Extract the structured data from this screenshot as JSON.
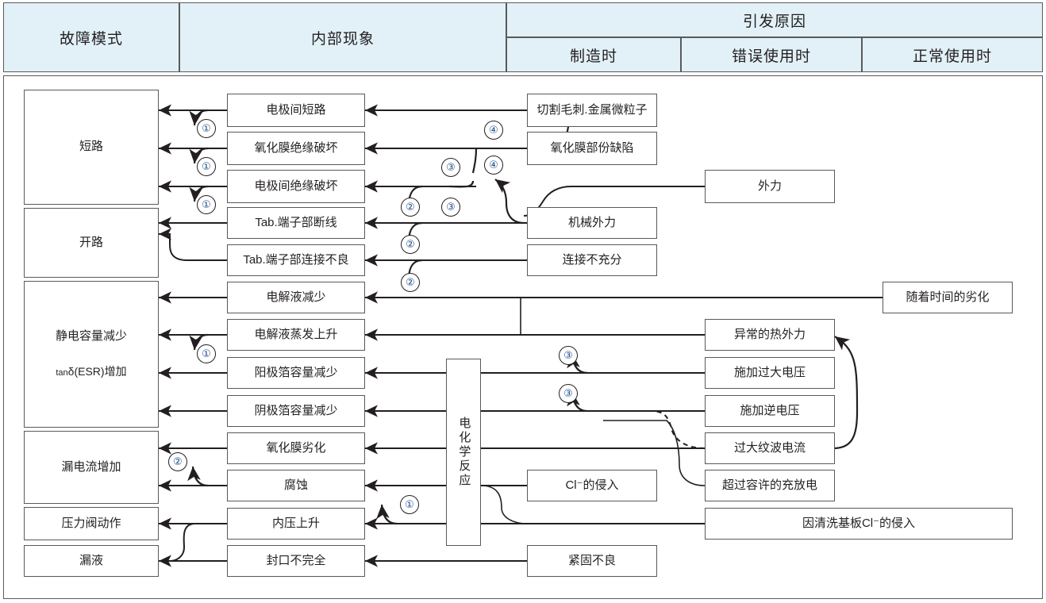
{
  "header": {
    "columns": [
      {
        "id": "failure-mode",
        "label": "故障模式"
      },
      {
        "id": "internal-phenomena",
        "label": "内部现象"
      },
      {
        "id": "trigger-cause",
        "label": "引发原因"
      }
    ],
    "subcolumns": [
      {
        "id": "at-manufacture",
        "label": "制造时"
      },
      {
        "id": "at-misuse",
        "label": "错误使用时"
      },
      {
        "id": "at-normal-use",
        "label": "正常使用时"
      }
    ]
  },
  "failure_modes": [
    {
      "id": "short-circuit",
      "label": "短路"
    },
    {
      "id": "open-circuit",
      "label": "开路"
    },
    {
      "id": "capacitance-drop",
      "label_1": "静电容量减少",
      "label_2_pre": "tan",
      "label_2_sym": "δ",
      "label_2_post": "(ESR)增加"
    },
    {
      "id": "leakage-current",
      "label": "漏电流增加"
    },
    {
      "id": "pressure-valve",
      "label": "压力阀动作"
    },
    {
      "id": "liquid-leak",
      "label": "漏液"
    }
  ],
  "internal_phenomena": [
    {
      "id": "inter-electrode-short",
      "label": "电极间短路"
    },
    {
      "id": "oxide-film-insulation-break",
      "label": "氧化膜绝缘破坏"
    },
    {
      "id": "inter-electrode-insulation-break",
      "label": "电极间绝缘破坏"
    },
    {
      "id": "tab-terminal-break",
      "label": "Tab.端子部断线"
    },
    {
      "id": "tab-terminal-bad-connection",
      "label": "Tab.端子部连接不良"
    },
    {
      "id": "electrolyte-decrease",
      "label": "电解液减少"
    },
    {
      "id": "electrolyte-evaporation",
      "label": "电解液蒸发上升"
    },
    {
      "id": "anode-foil-capacitance-drop",
      "label": "阳极箔容量减少"
    },
    {
      "id": "cathode-foil-capacitance-drop",
      "label": "阴极箔容量减少"
    },
    {
      "id": "oxide-film-degradation",
      "label": "氧化膜劣化"
    },
    {
      "id": "corrosion",
      "label": "腐蚀"
    },
    {
      "id": "internal-pressure-rise",
      "label": "内压上升"
    },
    {
      "id": "incomplete-sealing",
      "label": "封口不完全"
    }
  ],
  "electrochemical": {
    "id": "electrochemical-reaction",
    "label": "电化学反应"
  },
  "causes_manufacture": [
    {
      "id": "cutting-burr-metal-particles",
      "label": "切割毛刺.金属微粒子"
    },
    {
      "id": "oxide-film-partial-defect",
      "label": "氧化膜部份缺陷"
    },
    {
      "id": "mechanical-external-force",
      "label": "机械外力"
    },
    {
      "id": "insufficient-connection",
      "label": "连接不充分"
    },
    {
      "id": "cl-ion-intrusion",
      "label": "Cl⁻的侵入"
    },
    {
      "id": "poor-fastening",
      "label": "紧固不良"
    }
  ],
  "causes_misuse": [
    {
      "id": "external-force",
      "label": "外力"
    },
    {
      "id": "abnormal-thermal-external-force",
      "label": "异常的热外力"
    },
    {
      "id": "excessive-voltage-applied",
      "label": "施加过大电压"
    },
    {
      "id": "reverse-voltage-applied",
      "label": "施加逆电压"
    },
    {
      "id": "excessive-ripple-current",
      "label": "过大纹波电流"
    },
    {
      "id": "over-allowed-charge-discharge",
      "label": "超过容许的充放电"
    },
    {
      "id": "cl-intrusion-from-pcb-cleaning",
      "label": "因清洗基板Cl⁻的侵入"
    }
  ],
  "causes_normal_use": [
    {
      "id": "degradation-over-time",
      "label": "随着时间的劣化"
    }
  ],
  "markers": [
    {
      "id": "m1",
      "num": "①"
    },
    {
      "id": "m2",
      "num": "①"
    },
    {
      "id": "m3",
      "num": "①"
    },
    {
      "id": "m4",
      "num": "②"
    },
    {
      "id": "m5",
      "num": "②"
    },
    {
      "id": "m6",
      "num": "②"
    },
    {
      "id": "m7",
      "num": "③"
    },
    {
      "id": "m8",
      "num": "③"
    },
    {
      "id": "m9",
      "num": "④"
    },
    {
      "id": "m10",
      "num": "④"
    },
    {
      "id": "m11",
      "num": "①"
    },
    {
      "id": "m12",
      "num": "②"
    },
    {
      "id": "m13",
      "num": "③"
    },
    {
      "id": "m14",
      "num": "③"
    },
    {
      "id": "m15",
      "num": "①"
    }
  ],
  "colors": {
    "header_fill": "#e2f1f8",
    "frame_stroke": "#5a5a5a",
    "box_stroke": "#58595b",
    "line": "#231f20",
    "marker_text": "#1d4e89"
  }
}
